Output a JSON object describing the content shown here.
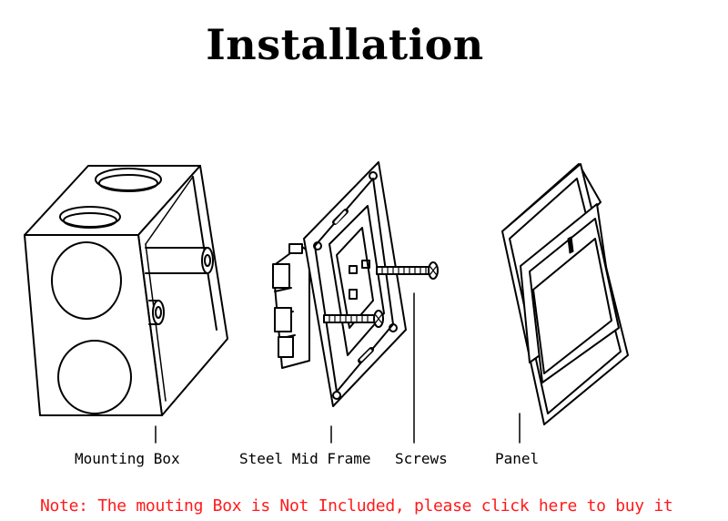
{
  "title": "Installation",
  "parts": [
    {
      "name": "mounting-box",
      "label": "Mounting Box"
    },
    {
      "name": "steel-mid-frame",
      "label": "Steel Mid Frame"
    },
    {
      "name": "screws",
      "label": "Screws"
    },
    {
      "name": "panel",
      "label": "Panel"
    }
  ],
  "note": "Note: The mouting Box is Not Included, please click here to buy it",
  "colors": {
    "line": "#000000",
    "note": "#ff1a1a",
    "background": "#ffffff"
  }
}
